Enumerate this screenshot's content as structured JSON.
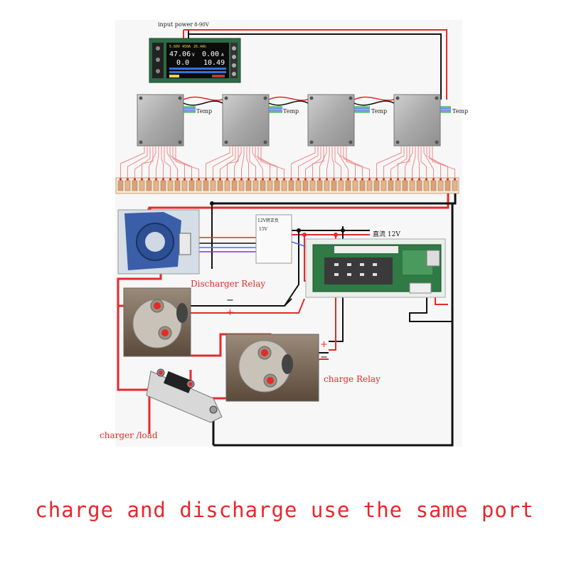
{
  "colors": {
    "wire_red": "#e52a2a",
    "wire_black": "#111111",
    "wire_blue": "#4a6cf0",
    "wire_green": "#4db56a",
    "pcb_green": "#2f7a45",
    "caption": "#e8282a"
  },
  "labels": {
    "input_power": "input power",
    "voltage_range": "8-90V",
    "temp": "Temp",
    "converter_title": "12V转正负",
    "converter_15v": "15V",
    "dc_12v": "直流 12V",
    "discharger_relay": "Discharger Relay",
    "charge_relay": "charge Relay",
    "charger_load": "charger /load",
    "minus": "−",
    "plus": "+"
  },
  "display": {
    "top_row": [
      "5.60V",
      "450A",
      "26.4Ah"
    ],
    "voltage": "47.06",
    "voltage_unit": "V",
    "current": "0.00",
    "current_unit": "A",
    "value3": "0.0",
    "value4": "10.49"
  },
  "caption": "charge and discharge use the same port"
}
